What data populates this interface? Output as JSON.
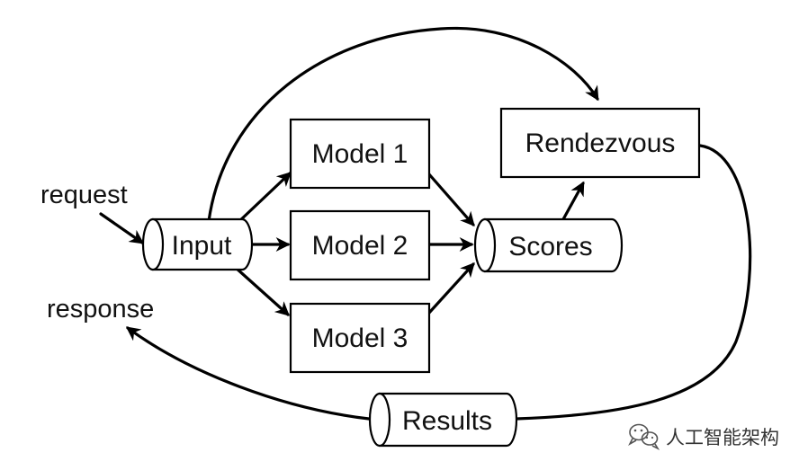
{
  "diagram": {
    "nodes": {
      "input": "Input",
      "model1": "Model 1",
      "model2": "Model 2",
      "model3": "Model 3",
      "scores": "Scores",
      "rendezvous": "Rendezvous",
      "results": "Results"
    },
    "labels": {
      "request": "request",
      "response": "response"
    }
  },
  "watermark": {
    "text": "人工智能架构",
    "icon": "wechat-icon"
  },
  "colors": {
    "stroke": "#000000",
    "fill": "#ffffff",
    "text": "#111111"
  }
}
